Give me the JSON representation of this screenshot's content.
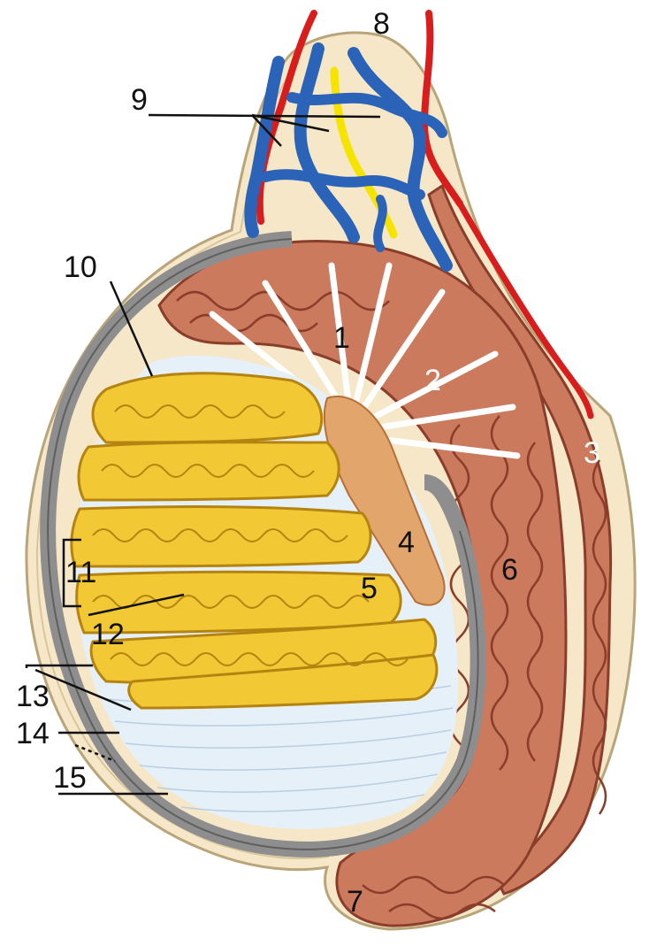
{
  "diagram": {
    "labels": {
      "l1": "1",
      "l2": "2",
      "l3": "3",
      "l4": "4",
      "l5": "5",
      "l6": "6",
      "l7": "7",
      "l8": "8",
      "l9": "9",
      "l10": "10",
      "l11": "11",
      "l12": "12",
      "l13": "13",
      "l14": "14",
      "l15": "15"
    },
    "colors": {
      "skin": "#f5e7c8",
      "skin_outline": "#b9a57a",
      "tunica_gray": "#8e8e8e",
      "epididymis": "#cc7a5e",
      "epididymis_dark": "#8a3e2a",
      "lobule_yellow": "#f2c834",
      "lobule_outline": "#b58410",
      "rete_orange": "#e2a56b",
      "vein_blue": "#2a63b7",
      "artery_red": "#d91c1c",
      "nerve_yellow": "#f5e400",
      "cavity_blue": "#e6f0f8",
      "label_dark": "#111111",
      "label_light": "#ffffff"
    }
  }
}
